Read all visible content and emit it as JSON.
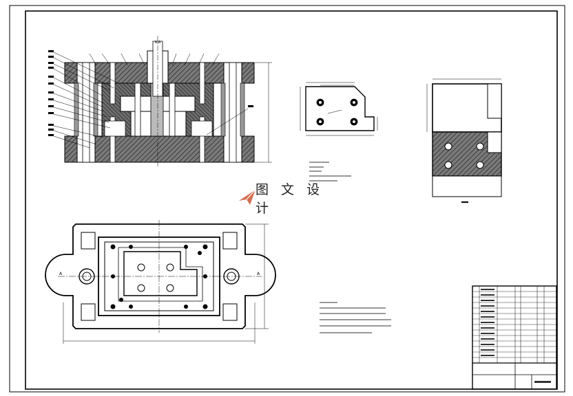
{
  "watermark": {
    "text": "图 文 设 计"
  },
  "section_label": "A-A",
  "view_markers": {
    "left": "A",
    "right": "A"
  },
  "colors": {
    "line": "#000000",
    "hatch_fill": "#555555",
    "paper": "#ffffff",
    "watermark": "#cc5533"
  },
  "icons": {
    "logo": "paper-plane-logo-icon"
  }
}
